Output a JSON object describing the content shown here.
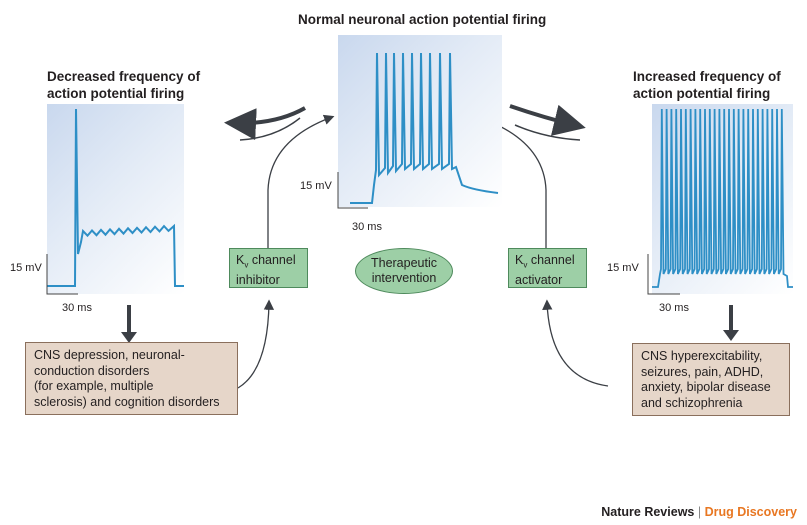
{
  "titles": {
    "normal": "Normal neuronal action potential firing",
    "decreased": "Decreased frequency of\naction potential firing",
    "increased": "Increased frequency of\naction potential firing"
  },
  "scale": {
    "mv": "15 mV",
    "ms": "30 ms"
  },
  "boxes": {
    "inhibitor": {
      "k": "K",
      "sub": "v",
      "rest": " channel",
      "line2": "inhibitor"
    },
    "activator": {
      "k": "K",
      "sub": "v",
      "rest": " channel",
      "line2": "activator"
    },
    "therapeutic": {
      "line1": "Therapeutic",
      "line2": "intervention"
    }
  },
  "outcomes": {
    "left": "CNS depression, neuronal-\nconduction disorders\n(for example, multiple\nsclerosis) and cognition disorders",
    "right": "CNS hyperexcitability,\nseizures, pain, ADHD,\nanxiety, bipolar disease\nand schizophrenia"
  },
  "footer": {
    "journal": "Nature Reviews",
    "separator": "|",
    "section": "Drug Discovery"
  },
  "colors": {
    "trace": "#2e8fc6",
    "accent": "#e87722",
    "arrow": "#3b3f45",
    "green": "#9dcfa6",
    "tan": "#e6d6c9"
  }
}
